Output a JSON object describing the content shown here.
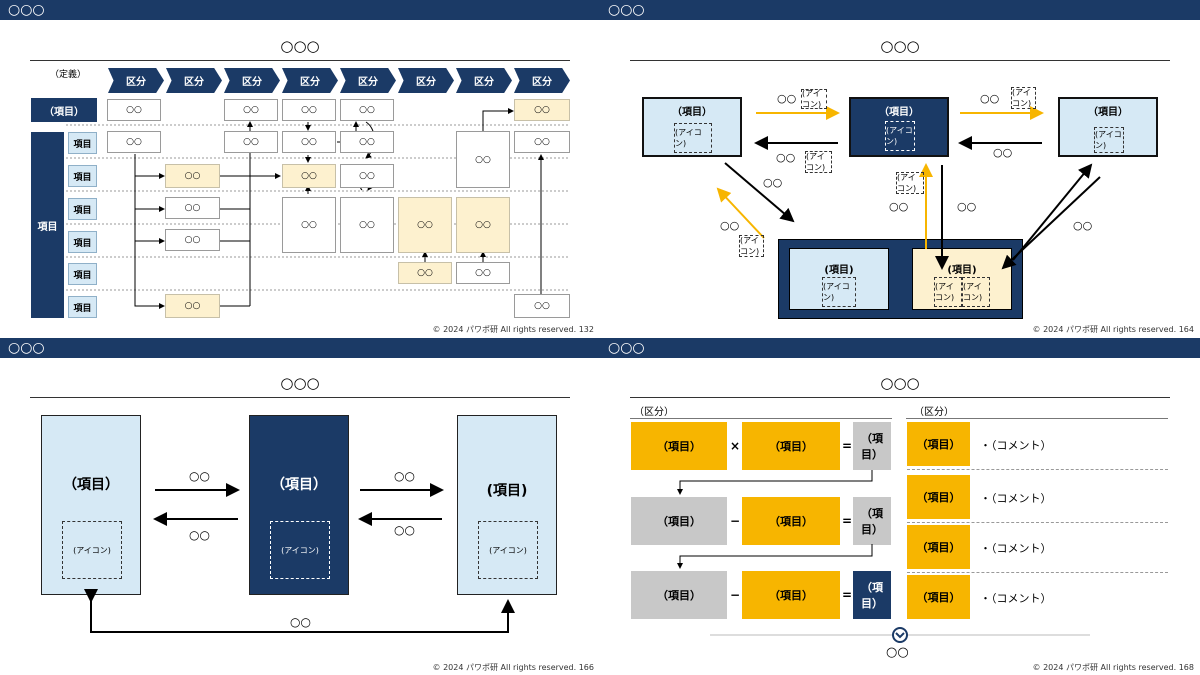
{
  "slides": {
    "s1": {
      "header": "○○○",
      "title": "○○○",
      "definition": "（定義）",
      "column_header": "区分",
      "row_group_header": "（項目）",
      "side_label": "項目",
      "row_label": "項目",
      "cell": "○○",
      "copyright": "© 2024 パワポ研 All rights reserved. 132"
    },
    "s2": {
      "header": "○○○",
      "title": "○○○",
      "item": "（項目）",
      "item_plain": "(項目)",
      "icon": "(アイコン)",
      "label": "○○",
      "copyright": "© 2024 パワポ研 All rights reserved. 164"
    },
    "s3": {
      "header": "○○○",
      "title": "○○○",
      "item": "（項目）",
      "item_plain": "(項目)",
      "icon": "(アイコン)",
      "label": "○○",
      "copyright": "© 2024 パワポ研 All rights reserved. 166"
    },
    "s4": {
      "header": "○○○",
      "title": "○○○",
      "category": "（区分）",
      "item": "（項目）",
      "op_times": "×",
      "op_minus": "−",
      "op_eq": "=",
      "bullet": "・（コメント）",
      "result_label": "○○",
      "copyright": "© 2024 パワポ研 All rights reserved. 168"
    }
  },
  "colors": {
    "navy": "#1b3a66",
    "cream": "#fdf1cf",
    "light_blue": "#d6e9f5",
    "orange": "#f7b500",
    "gray": "#c8c8c8"
  }
}
